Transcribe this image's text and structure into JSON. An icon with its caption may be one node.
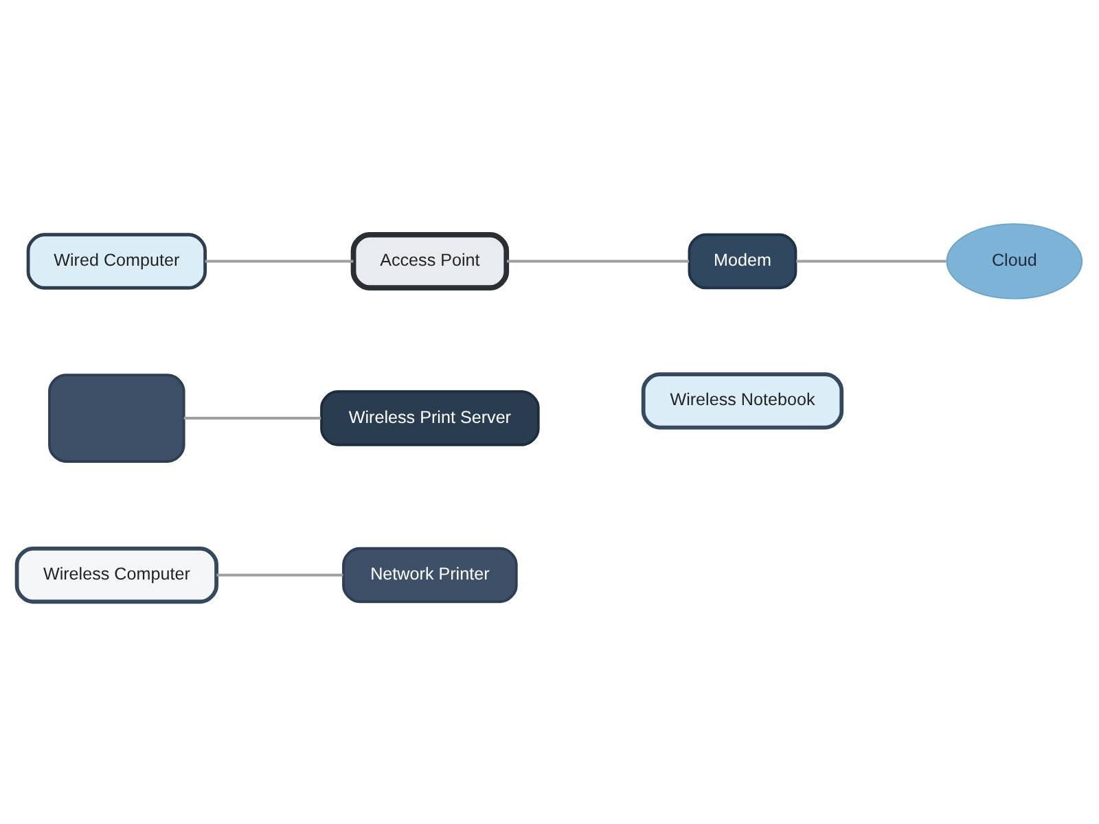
{
  "diagram": {
    "nodes": [
      {
        "text": [
          "Wired Computer"
        ]
      },
      {
        "text": [
          "Modem"
        ]
      },
      {
        "text": [
          "Cloud"
        ]
      },
      {
        "text": [
          "Access Point"
        ]
      },
      {
        "text": [
          "Wireless Print Server"
        ]
      },
      {
        "text": [],
        "shape": "box"
      },
      {
        "text": [
          "Wireless Notebook"
        ]
      },
      {
        "text": [
          "Wireless Computer"
        ]
      },
      {
        "text": [
          "Network Printer"
        ]
      }
    ],
    "edges": [
      {
        "from": 0,
        "to": 3,
        "arrow": "none"
      },
      {
        "from": 3,
        "to": 1,
        "arrow": "none"
      },
      {
        "from": 1,
        "to": 2,
        "arrow": "none"
      },
      {
        "from": 5,
        "to": 4,
        "arrow": "none"
      },
      {
        "from": 7,
        "to": 8,
        "arrow": "none"
      }
    ]
  }
}
